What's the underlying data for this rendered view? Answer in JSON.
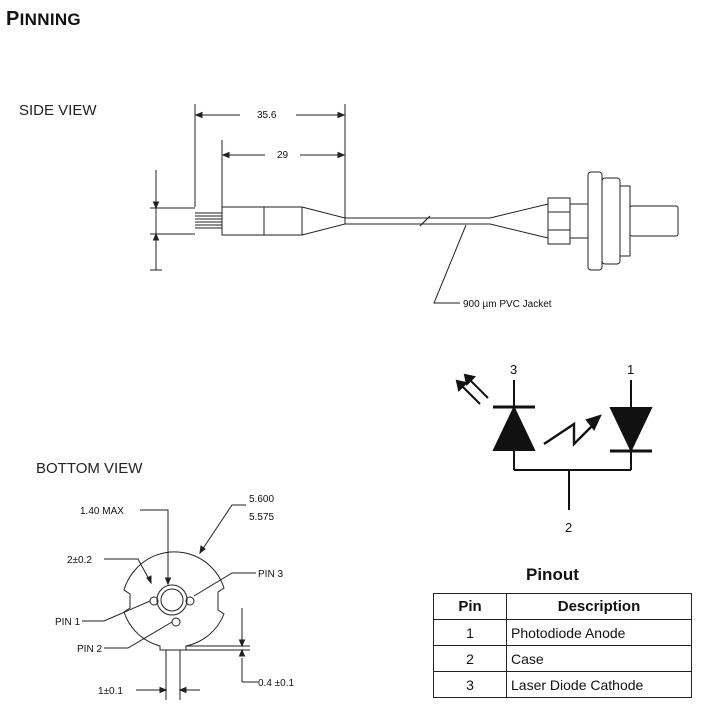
{
  "title": {
    "first": "P",
    "rest": "INNING"
  },
  "side_view": {
    "label": "SIDE VIEW",
    "dim_outer": "35.6",
    "dim_inner": "29",
    "jacket_label": "900 µm PVC Jacket"
  },
  "bottom_view": {
    "label": "BOTTOM VIEW",
    "max_label": "1.40  MAX",
    "dia_top": "5.600",
    "dia_bottom": "5.575",
    "pin_spacing": "2±0.2",
    "pin3": "PIN 3",
    "pin1": "PIN 1",
    "pin2": "PIN 2",
    "tab_width": "1±0.1",
    "tab_depth": "0.4 ±0.1"
  },
  "schematic": {
    "pin3": "3",
    "pin1": "1",
    "pin2": "2"
  },
  "pinout": {
    "title": "Pinout",
    "headers": [
      "Pin",
      "Description"
    ],
    "rows": [
      {
        "pin": "1",
        "description": "Photodiode Anode"
      },
      {
        "pin": "2",
        "description": "Case"
      },
      {
        "pin": "3",
        "description": "Laser Diode Cathode"
      }
    ]
  }
}
